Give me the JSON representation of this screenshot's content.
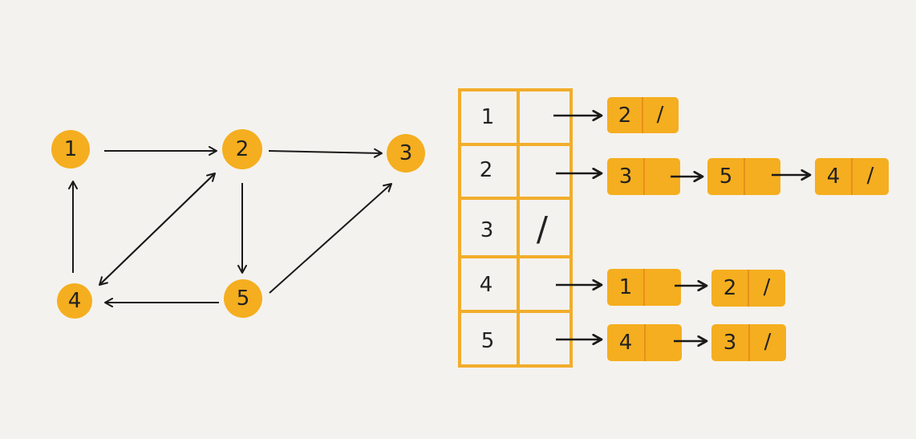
{
  "colors": {
    "background": "#f4f2ee",
    "node_fill": "#f5ae1f",
    "ink": "#1a1a1a",
    "table_border": "#f2ad2b",
    "list_node_fill": "#f5ae1f",
    "list_node_divider": "#e8901a"
  },
  "graph": {
    "nodes": [
      {
        "id": "n1",
        "label": "1"
      },
      {
        "id": "n2",
        "label": "2"
      },
      {
        "id": "n3",
        "label": "3"
      },
      {
        "id": "n4",
        "label": "4"
      },
      {
        "id": "n5",
        "label": "5"
      }
    ],
    "edges": [
      {
        "from": "1",
        "to": "2"
      },
      {
        "from": "2",
        "to": "3"
      },
      {
        "from": "2",
        "to": "4"
      },
      {
        "from": "4",
        "to": "2"
      },
      {
        "from": "2",
        "to": "5"
      },
      {
        "from": "4",
        "to": "1"
      },
      {
        "from": "5",
        "to": "4"
      },
      {
        "from": "5",
        "to": "3"
      }
    ]
  },
  "adjacency_list": {
    "rows": [
      {
        "vertex": "1",
        "neighbors": [
          "2"
        ],
        "empty_slash": "",
        "end_marker": "/"
      },
      {
        "vertex": "2",
        "neighbors": [
          "3",
          "5",
          "4"
        ],
        "empty_slash": "",
        "end_marker": "/"
      },
      {
        "vertex": "3",
        "neighbors": [],
        "empty_slash": "/",
        "end_marker": ""
      },
      {
        "vertex": "4",
        "neighbors": [
          "1",
          "2"
        ],
        "empty_slash": "",
        "end_marker": "/"
      },
      {
        "vertex": "5",
        "neighbors": [
          "4",
          "3"
        ],
        "empty_slash": "",
        "end_marker": "/"
      }
    ]
  }
}
